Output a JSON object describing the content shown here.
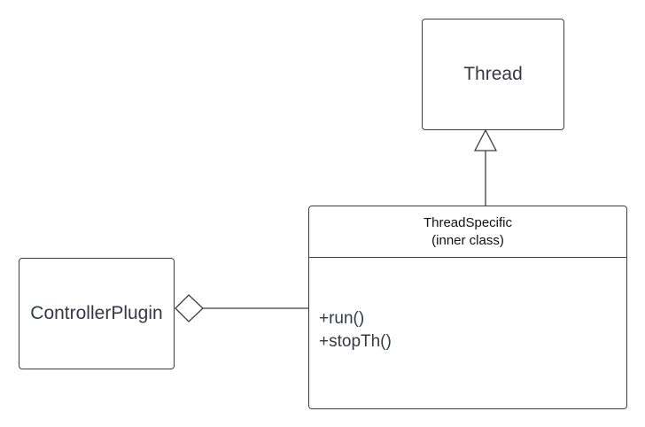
{
  "diagram": {
    "type": "uml-class-diagram",
    "classes": {
      "thread": {
        "name": "Thread"
      },
      "controller_plugin": {
        "name": "ControllerPlugin"
      },
      "thread_specific": {
        "name": "ThreadSpecific",
        "stereotype": "(inner class)",
        "methods": [
          "+run()",
          "+stopTh()"
        ]
      }
    },
    "relations": [
      {
        "kind": "generalization",
        "from": "ThreadSpecific",
        "to": "Thread"
      },
      {
        "kind": "aggregation",
        "whole": "ControllerPlugin",
        "part": "ThreadSpecific"
      }
    ],
    "colors": {
      "line": "#3d3d3d",
      "text": "#333a45",
      "header_text": "#111111",
      "background": "#ffffff"
    }
  }
}
